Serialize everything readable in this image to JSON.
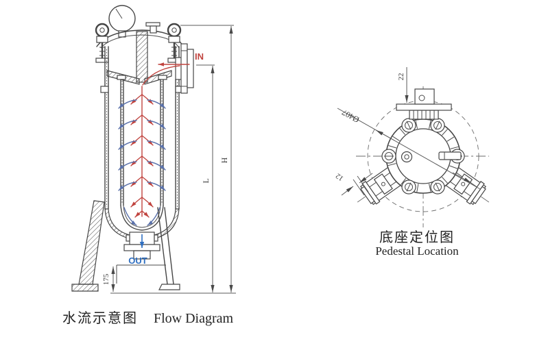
{
  "colors": {
    "line": "#454545",
    "red": "#c0433e",
    "blue": "#5a71ab",
    "out_blue": "#2f6fc1"
  },
  "flow_diagram": {
    "caption_zh": "水流示意图",
    "caption_en": "Flow Diagram",
    "inlet_label": "IN",
    "outlet_label": "OUT",
    "dim_height": "H",
    "dim_length": "L",
    "dim_base": "175"
  },
  "pedestal_diagram": {
    "caption_zh": "底座定位图",
    "caption_en": "Pedestal Location",
    "dim_bolt_circle": "Ø407",
    "dim_slot": "22",
    "dim_leg": "12"
  }
}
